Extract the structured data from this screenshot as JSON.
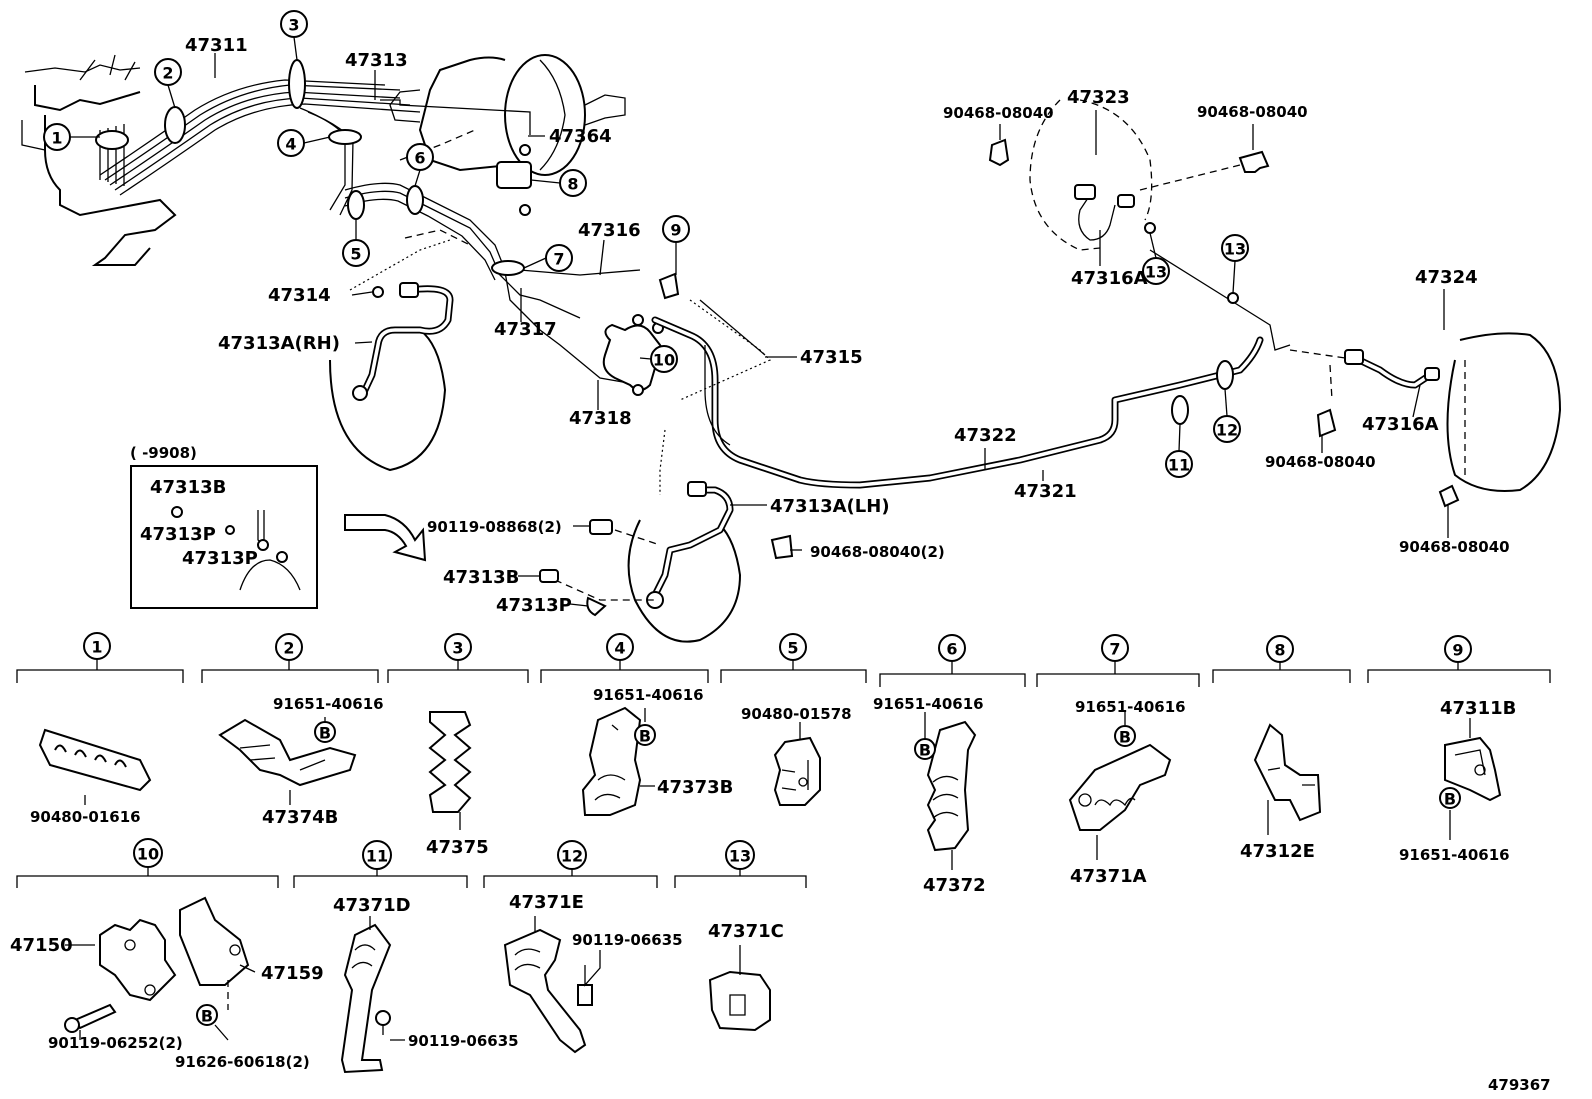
{
  "diagram_id": "479367",
  "main": {
    "callouts": {
      "c1": "1",
      "c2": "2",
      "c3": "3",
      "c4": "4",
      "c5": "5",
      "c6": "6",
      "c7": "7",
      "c8": "8",
      "c9": "9",
      "c10": "10",
      "c11": "11",
      "c12": "12",
      "c13a": "13",
      "c13b": "13"
    },
    "labels": {
      "p47311": "47311",
      "p47313": "47313",
      "p47364": "47364",
      "p47316": "47316",
      "p47314": "47314",
      "p47313a_rh": "47313A(RH)",
      "p47317": "47317",
      "p47318": "47318",
      "p47315": "47315",
      "p47322": "47322",
      "p47321": "47321",
      "p47313a_lh": "47313A(LH)",
      "p47323": "47323",
      "p47316a_top": "47316A",
      "p47324": "47324",
      "p47316a_right": "47316A",
      "clip_tl": "90468-08040",
      "clip_tr": "90468-08040",
      "clip_mr": "90468-08040",
      "clip_br": "90468-08040",
      "clip_center": "90468-08040(2)",
      "bolt_center": "90119-08868(2)",
      "p47313b": "47313B",
      "p47313p": "47313P"
    }
  },
  "inset": {
    "range": "(    -9908)",
    "p47313b": "47313B",
    "p47313p_1": "47313P",
    "p47313p_2": "47313P"
  },
  "details": [
    {
      "num": "1",
      "labels": [
        "90480-01616"
      ]
    },
    {
      "num": "2",
      "labels": [
        "91651-40616",
        "47374B"
      ],
      "bolt": "B"
    },
    {
      "num": "3",
      "labels": [
        "47375"
      ]
    },
    {
      "num": "4",
      "labels": [
        "91651-40616",
        "47373B"
      ],
      "bolt": "B"
    },
    {
      "num": "5",
      "labels": [
        "90480-01578"
      ]
    },
    {
      "num": "6",
      "labels": [
        "91651-40616",
        "47372"
      ],
      "bolt": "B"
    },
    {
      "num": "7",
      "labels": [
        "91651-40616",
        "47371A"
      ],
      "bolt": "B"
    },
    {
      "num": "8",
      "labels": [
        "47312E"
      ]
    },
    {
      "num": "9",
      "labels": [
        "47311B",
        "91651-40616"
      ],
      "bolt": "B"
    },
    {
      "num": "10",
      "labels": [
        "47150",
        "47159",
        "90119-06252(2)",
        "91626-60618(2)"
      ],
      "bolt": "B"
    },
    {
      "num": "11",
      "labels": [
        "47371D",
        "90119-06635"
      ]
    },
    {
      "num": "12",
      "labels": [
        "47371E",
        "90119-06635"
      ]
    },
    {
      "num": "13",
      "labels": [
        "47371C"
      ]
    }
  ],
  "icons": [
    "callout-circle-icon",
    "bolt-b-icon",
    "arrow-icon"
  ]
}
